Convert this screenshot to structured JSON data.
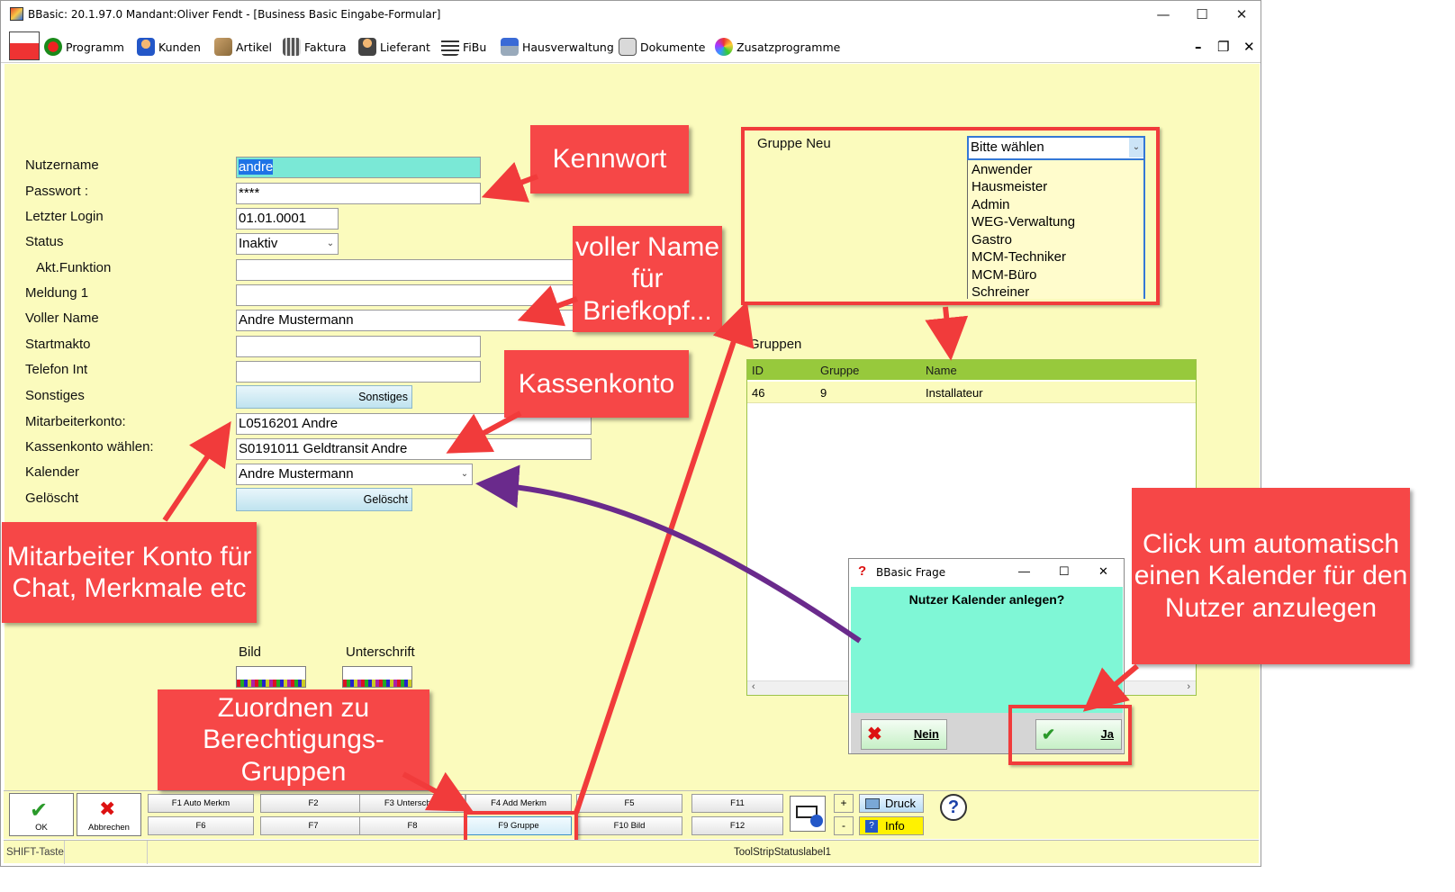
{
  "window": {
    "title": "BBasic: 20.1.97.0 Mandant:Oliver Fendt  - [Business Basic Eingabe-Formular]",
    "minimize": "—",
    "maximize": "☐",
    "close": "✕"
  },
  "menu": {
    "items": [
      "Programm",
      "Kunden",
      "Artikel",
      "Faktura",
      "Lieferant",
      "FiBu",
      "Hausverwaltung",
      "Dokumente",
      "Zusatzprogramme"
    ],
    "mdi_min": "–",
    "mdi_restore": "❐",
    "mdi_close": "✕"
  },
  "form": {
    "labels": {
      "nutzername": "Nutzername",
      "passwort": "Passwort :",
      "letzter_login": "Letzter Login",
      "status": "Status",
      "akt_funktion": "Akt.Funktion",
      "meldung": "Meldung 1",
      "voller_name": "Voller Name",
      "startmakto": "Startmakto",
      "telefon": "Telefon Int",
      "sonstiges": "Sonstiges",
      "mitarbeiterkonto": "Mitarbeiterkonto:",
      "kassenkonto": "Kassenkonto wählen:",
      "kalender": "Kalender",
      "geloescht": "Gelöscht",
      "bild": "Bild",
      "unterschrift": "Unterschrift"
    },
    "values": {
      "nutzername": "andre",
      "passwort": "****",
      "letzter_login": "01.01.0001",
      "status": "Inaktiv",
      "akt_funktion": "",
      "meldung": "",
      "voller_name": "Andre Mustermann",
      "startmakto": "",
      "telefon": "",
      "mitarbeiterkonto": "L0516201 Andre",
      "kassenkonto": "S0191011 Geldtransit Andre",
      "kalender": "Andre Mustermann"
    },
    "buttons": {
      "sonstiges": "Sonstiges",
      "geloescht": "Gelöscht"
    }
  },
  "gruppe_neu": {
    "label": "Gruppe Neu",
    "selected": "Bitte wählen",
    "options": [
      "Anwender",
      "Hausmeister",
      "Admin",
      "WEG-Verwaltung",
      "Gastro",
      "MCM-Techniker",
      "MCM-Büro",
      "Schreiner"
    ]
  },
  "gruppen": {
    "label": "Gruppen",
    "columns": [
      "ID",
      "Gruppe",
      "Name"
    ],
    "rows": [
      {
        "id": "46",
        "gruppe": "9",
        "name": "Installateur"
      }
    ]
  },
  "dialog": {
    "title": "BBasic Frage",
    "question": "Nutzer Kalender anlegen?",
    "no_label": "Nein",
    "yes_label": "Ja"
  },
  "toolbar": {
    "ok": "OK",
    "cancel": "Abbrechen",
    "fkeys_top": [
      "F1 Auto Merkm",
      "F2",
      "F3 Unterschrift",
      "F4 Add Merkm",
      "F5",
      "F11"
    ],
    "fkeys_bottom": [
      "F6",
      "F7",
      "F8",
      "F9 Gruppe",
      "F10 Bild",
      "F12"
    ],
    "plus": "+",
    "minus": "-",
    "druck": "Druck",
    "info": "Info",
    "help": "?"
  },
  "statusbar": {
    "shift": "SHIFT-Taste",
    "label": "ToolStripStatuslabel1"
  },
  "annotations": {
    "kennwort": "Kennwort",
    "voller_name": "voller Name für Briefkopf...",
    "kassenkonto": "Kassenkonto",
    "mitarbeiter": "Mitarbeiter Konto für Chat, Merkmale etc",
    "zuordnen": "Zuordnen zu Berechtigungs-Gruppen",
    "kalender": "Click um automatisch einen Kalender für den Nutzer anzulegen"
  },
  "colors": {
    "form_bg": "#fbfbbd",
    "selection_bg": "#7ae8d6",
    "grid_header": "#97c93c",
    "dialog_body": "#7ff7d6",
    "callout": "#f64747",
    "arrow_purple": "#6a2a8c"
  }
}
